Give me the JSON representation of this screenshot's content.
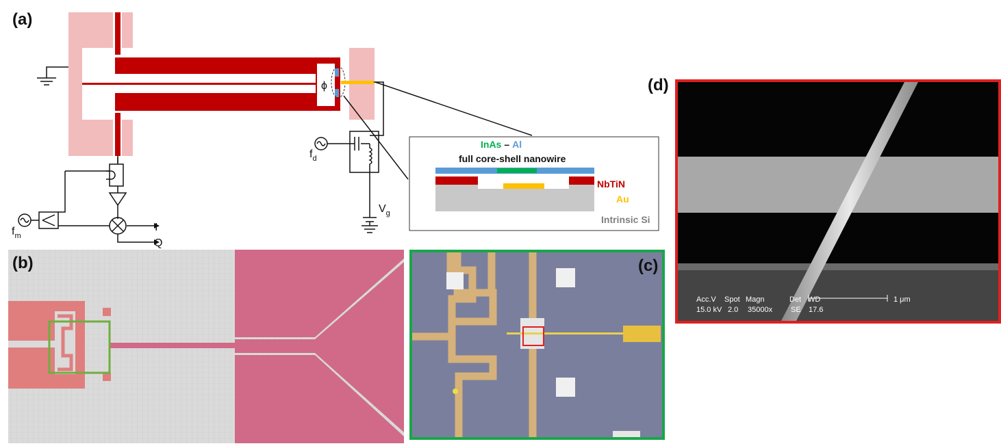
{
  "panels": {
    "a": {
      "label": "(a)"
    },
    "b": {
      "label": "(b)"
    },
    "c": {
      "label": "(c)"
    },
    "d": {
      "label": "(d)"
    }
  },
  "circuit": {
    "phi": "ϕ",
    "f_m_main": "f",
    "f_m_sub": "m",
    "f_d_main": "f",
    "f_d_sub": "d",
    "v_g_main": "V",
    "v_g_sub": "g",
    "out_i": "I",
    "out_q": "Q"
  },
  "inset": {
    "inas": "InAs",
    "dash": "–",
    "al": "Al",
    "nanowire": "full core-shell nanowire",
    "nbtin": "NbTiN",
    "au": "Au",
    "si": "Intrinsic Si"
  },
  "sem": {
    "h_accv": "Acc.V",
    "h_spot": "Spot",
    "h_magn": "Magn",
    "h_det": "Det",
    "h_wd": "WD",
    "v_accv": "15.0 kV",
    "v_spot": "2.0",
    "v_magn": "35000x",
    "v_det": "SE",
    "v_wd": "17.6",
    "scale": "1 μm"
  },
  "colors": {
    "nbtin_dark": "#c00000",
    "ground_pink": "#f2bcbc",
    "chip_pink": "#d06a88",
    "substrate_grey": "#d8d8d8",
    "green_frame": "#1aa64b",
    "red_frame": "#e02020",
    "al_blue": "#5b9bd5",
    "inas_green": "#00b050",
    "au_yellow": "#ffc000"
  }
}
